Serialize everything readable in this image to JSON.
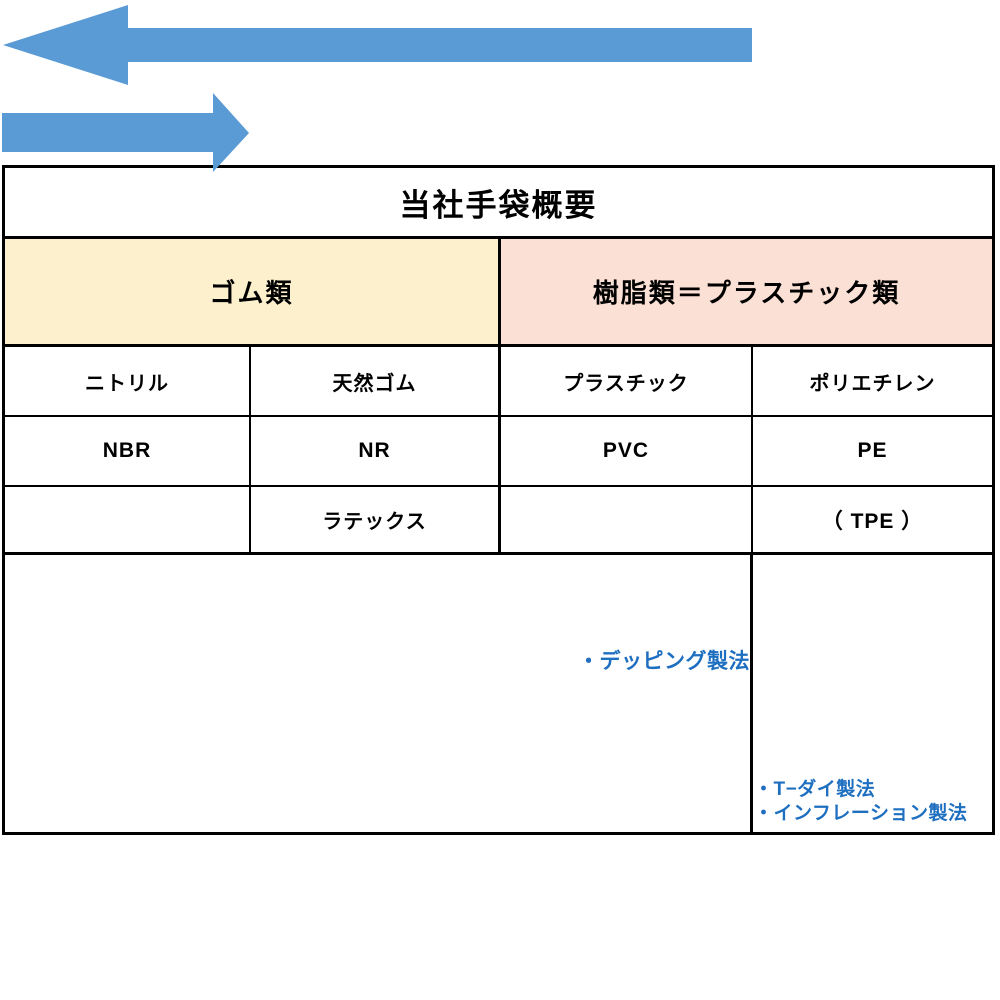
{
  "title": "当社手袋概要",
  "categories": [
    {
      "label": "ゴム類",
      "color": "#FCF0CD"
    },
    {
      "label": "樹脂類＝プラスチック類",
      "color": "#FBE0D6"
    }
  ],
  "columns": [
    {
      "material": "ニトリル",
      "abbr": "NBR",
      "extra": ""
    },
    {
      "material": "天然ゴム",
      "abbr": "NR",
      "extra": "ラテックス"
    },
    {
      "material": "プラスチック",
      "abbr": "PVC",
      "extra": ""
    },
    {
      "material": "ポリエチレン",
      "abbr": "PE",
      "extra": "（ TPE ）"
    }
  ],
  "arrows": {
    "left": {
      "direction": "left",
      "color": "#5B9BD5",
      "caption": "・デッピング製法"
    },
    "right": {
      "direction": "right",
      "color": "#5B9BD5",
      "captions": [
        "・T−ダイ製法",
        "・インフレーション製法"
      ]
    }
  },
  "colors": {
    "border": "#000000",
    "arrow_blue": "#5B9BD5",
    "caption_blue": "#1F6FC0",
    "background": "#FFFFFF"
  }
}
